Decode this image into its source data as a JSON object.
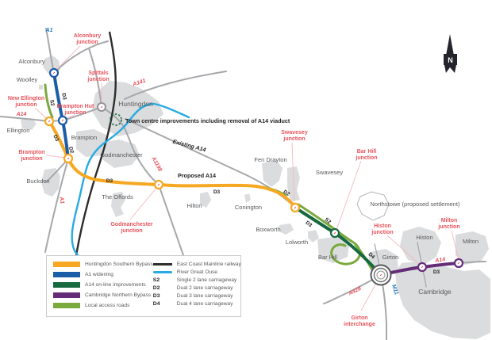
{
  "annotations": {
    "town_centre": "Town centre improvements including removal of A14 viaduct",
    "existing_a14": "Existing A14",
    "proposed_a14": "Proposed A14"
  },
  "compass": {
    "label": "N"
  },
  "towns": [
    {
      "name": "Alconbury"
    },
    {
      "name": "Woolley"
    },
    {
      "name": "Ellington"
    },
    {
      "name": "Buckden"
    },
    {
      "name": "Brampton"
    },
    {
      "name": "Huntingdon"
    },
    {
      "name": "Godmanchester"
    },
    {
      "name": "The Offords"
    },
    {
      "name": "Hilton"
    },
    {
      "name": "Fen Drayton"
    },
    {
      "name": "Conington"
    },
    {
      "name": "Boxworth"
    },
    {
      "name": "Lolworth"
    },
    {
      "name": "Swavesey"
    },
    {
      "name": "Northstowe (proposed settlement)"
    },
    {
      "name": "Bar Hill"
    },
    {
      "name": "Histon"
    },
    {
      "name": "Milton"
    },
    {
      "name": "Girton"
    },
    {
      "name": "Cambridge"
    }
  ],
  "junctions": [
    {
      "line1": "Alconbury",
      "line2": "junction"
    },
    {
      "line1": "Spittals",
      "line2": "junction"
    },
    {
      "line1": "New Ellington",
      "line2": "junction"
    },
    {
      "line1": "Brampton Hut",
      "line2": "junction"
    },
    {
      "line1": "Brampton",
      "line2": "junction"
    },
    {
      "line1": "Godmanchester",
      "line2": "junction"
    },
    {
      "line1": "Swavesey",
      "line2": "junction"
    },
    {
      "line1": "Bar Hill",
      "line2": "junction"
    },
    {
      "line1": "Histon",
      "line2": "junction"
    },
    {
      "line1": "Milton",
      "line2": "junction"
    },
    {
      "line1": "Girton",
      "line2": "interchange"
    }
  ],
  "roads": {
    "a1_north": "A1",
    "a14_west": "A14",
    "a141": "A141",
    "a1198": "A1198",
    "a1_south": "A1",
    "a428": "A428",
    "a14_cambridge": "A14",
    "m11": "M11"
  },
  "carriageway_markers": [
    "D3",
    "S2",
    "D3",
    "D2",
    "D3",
    "D3",
    "D2",
    "D3",
    "S2",
    "D4",
    "D3"
  ],
  "legend": {
    "routes": [
      {
        "label": "Huntingdon Southern Bypass",
        "color": "#F6A823"
      },
      {
        "label": "A1 widening",
        "color": "#1B5DA6"
      },
      {
        "label": "A14 on-line improvements",
        "color": "#17693F"
      },
      {
        "label": "Cambridge Northern Bypass",
        "color": "#652C78"
      },
      {
        "label": "Local access roads",
        "color": "#7AA93E"
      }
    ],
    "lines": [
      {
        "label": "East Coast Mainline railway"
      },
      {
        "label": "River Great Ouse"
      }
    ],
    "carriageways": [
      {
        "code": "S2",
        "label": "Single 2 lane carriageway"
      },
      {
        "code": "D2",
        "label": "Dual 2 lane carriageway"
      },
      {
        "code": "D3",
        "label": "Dual 3 lane carriageway"
      },
      {
        "code": "D4",
        "label": "Dual 4 lane carriageway"
      }
    ]
  },
  "colors": {
    "junction_label_red": "#E9545D",
    "road_gray": "#A6A8AB",
    "railway_black": "#2E2D2C",
    "river_blue": "#29ABE2",
    "town_gray": "#DBDCDD",
    "blue_road_label": "#1C75BC"
  }
}
